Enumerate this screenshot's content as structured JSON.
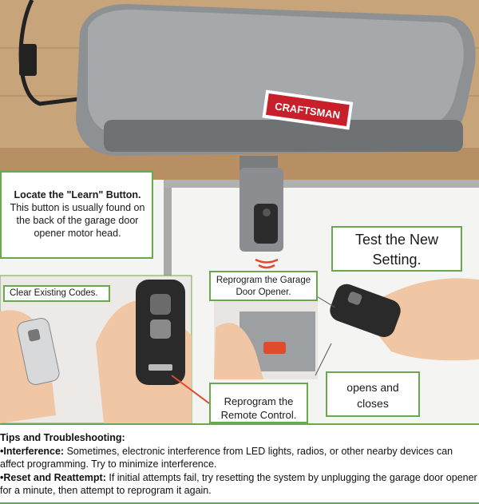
{
  "brand": "CRAFTSMAN",
  "callouts": {
    "locate_title": "Locate the \"Learn\" Button.",
    "locate_body": "This button is usually found on the back of the garage door opener motor head.",
    "test_line1": "Test the New",
    "test_line2": "Setting.",
    "clear": "Clear Existing Codes.",
    "reprogram_opener_line1": "Reprogram the Garage",
    "reprogram_opener_line2": "Door Opener.",
    "opens_line1": "opens and",
    "opens_line2": "closes",
    "reprogram_remote_line1": "Reprogram the",
    "reprogram_remote_line2": "Remote Control."
  },
  "tips": {
    "heading": "Tips and Troubleshooting:",
    "item1_title": "•Interference:",
    "item1_text": " Sometimes, electronic interference from LED lights, radios, or other nearby devices can affect programming. Try to minimize interference.",
    "item2_title": "•Reset and Reattempt:",
    "item2_text": " If initial attempts fail, try resetting the system by unplugging the garage door opener for a minute, then attempt to reprogram it again."
  },
  "colors": {
    "accent_green": "#6aa84f",
    "brand_red": "#c8202b",
    "ceiling": "#c8a47a"
  }
}
